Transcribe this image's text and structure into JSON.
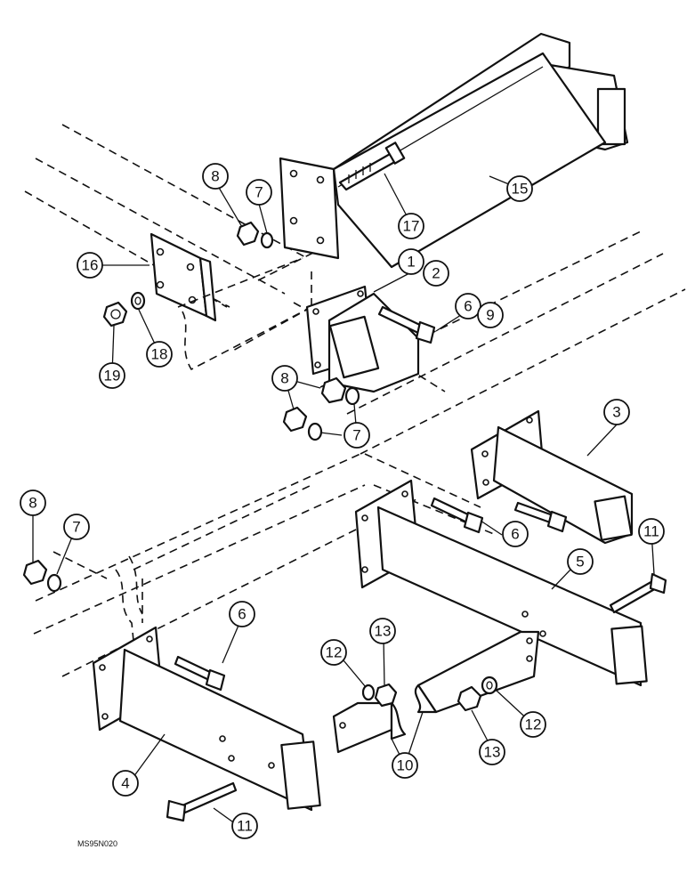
{
  "figure_code": "MS95N020",
  "callouts": [
    {
      "label": "1"
    },
    {
      "label": "2"
    },
    {
      "label": "3"
    },
    {
      "label": "4"
    },
    {
      "label": "5"
    },
    {
      "label": "6"
    },
    {
      "label": "6"
    },
    {
      "label": "6"
    },
    {
      "label": "7"
    },
    {
      "label": "7"
    },
    {
      "label": "7"
    },
    {
      "label": "8"
    },
    {
      "label": "8"
    },
    {
      "label": "8"
    },
    {
      "label": "9"
    },
    {
      "label": "10"
    },
    {
      "label": "11"
    },
    {
      "label": "11"
    },
    {
      "label": "12"
    },
    {
      "label": "12"
    },
    {
      "label": "13"
    },
    {
      "label": "13"
    },
    {
      "label": "15"
    },
    {
      "label": "16"
    },
    {
      "label": "17"
    },
    {
      "label": "18"
    },
    {
      "label": "19"
    }
  ]
}
